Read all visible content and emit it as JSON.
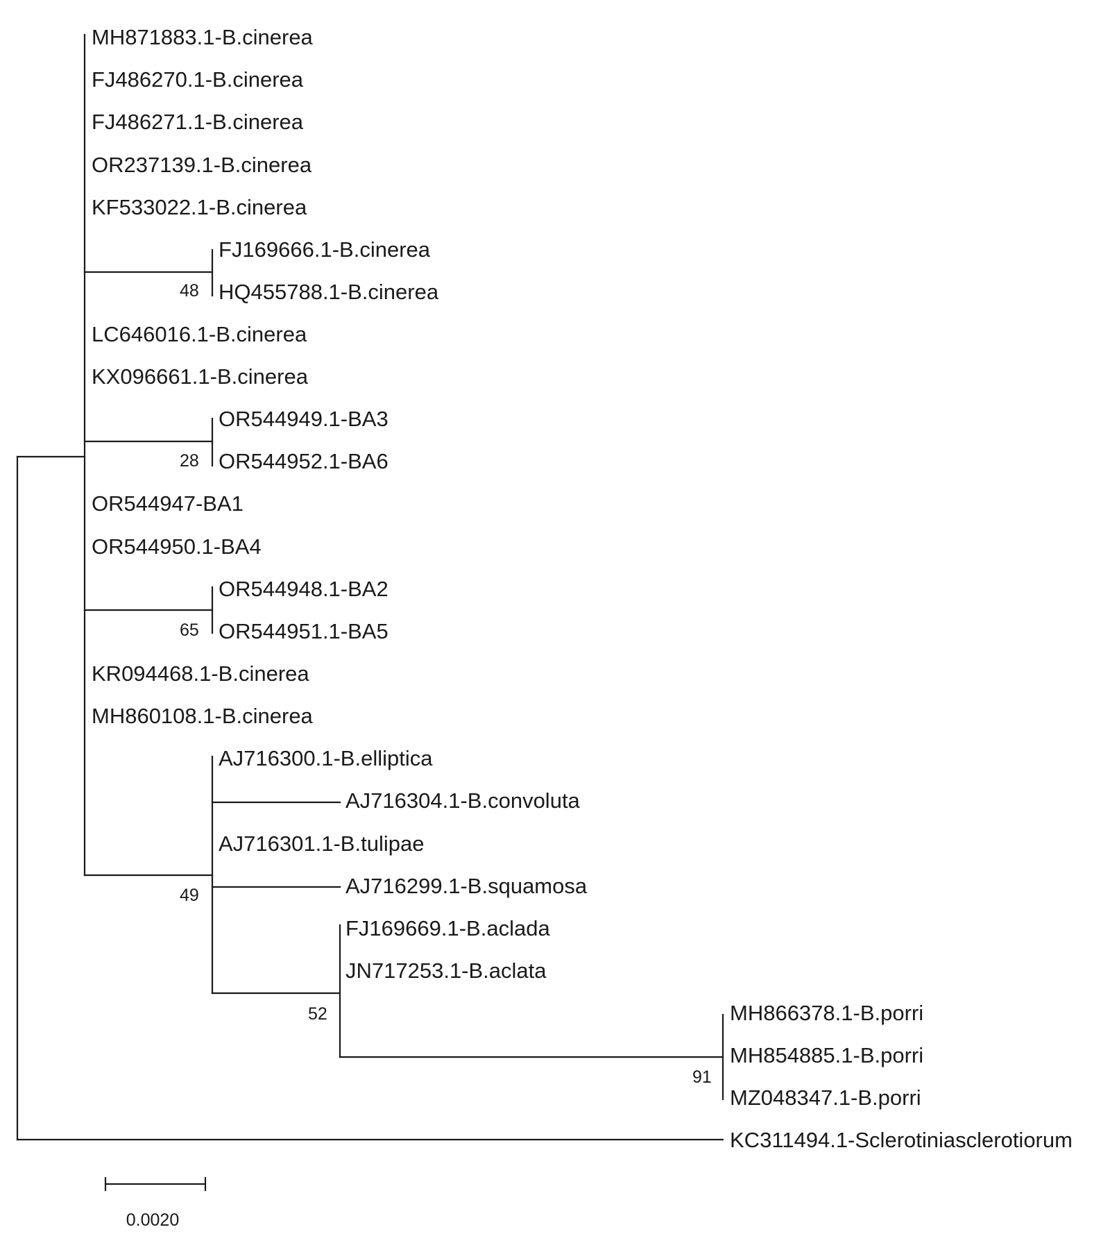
{
  "figure": {
    "taxa": [
      "MH871883.1-B.cinerea",
      "FJ486270.1-B.cinerea",
      "FJ486271.1-B.cinerea",
      "OR237139.1-B.cinerea",
      "KF533022.1-B.cinerea",
      "FJ169666.1-B.cinerea",
      "HQ455788.1-B.cinerea",
      "LC646016.1-B.cinerea",
      "KX096661.1-B.cinerea",
      "OR544949.1-BA3",
      "OR544952.1-BA6",
      "OR544947-BA1",
      "OR544950.1-BA4",
      "OR544948.1-BA2",
      "OR544951.1-BA5",
      "KR094468.1-B.cinerea",
      "MH860108.1-B.cinerea",
      "AJ716300.1-B.elliptica",
      "AJ716304.1-B.convoluta",
      "AJ716301.1-B.tulipae",
      "AJ716299.1-B.squamosa",
      "FJ169669.1-B.aclada",
      "JN717253.1-B.aclata",
      "MH866378.1-B.porri",
      "MH854885.1-B.porri",
      "MZ048347.1-B.porri",
      "KC311494.1-Sclerotiniasclerotiorum"
    ],
    "bootstrap": [
      "48",
      "28",
      "65",
      "49",
      "52",
      "91"
    ],
    "scale_bar": {
      "label": "0.0020",
      "length": 0.002
    }
  }
}
